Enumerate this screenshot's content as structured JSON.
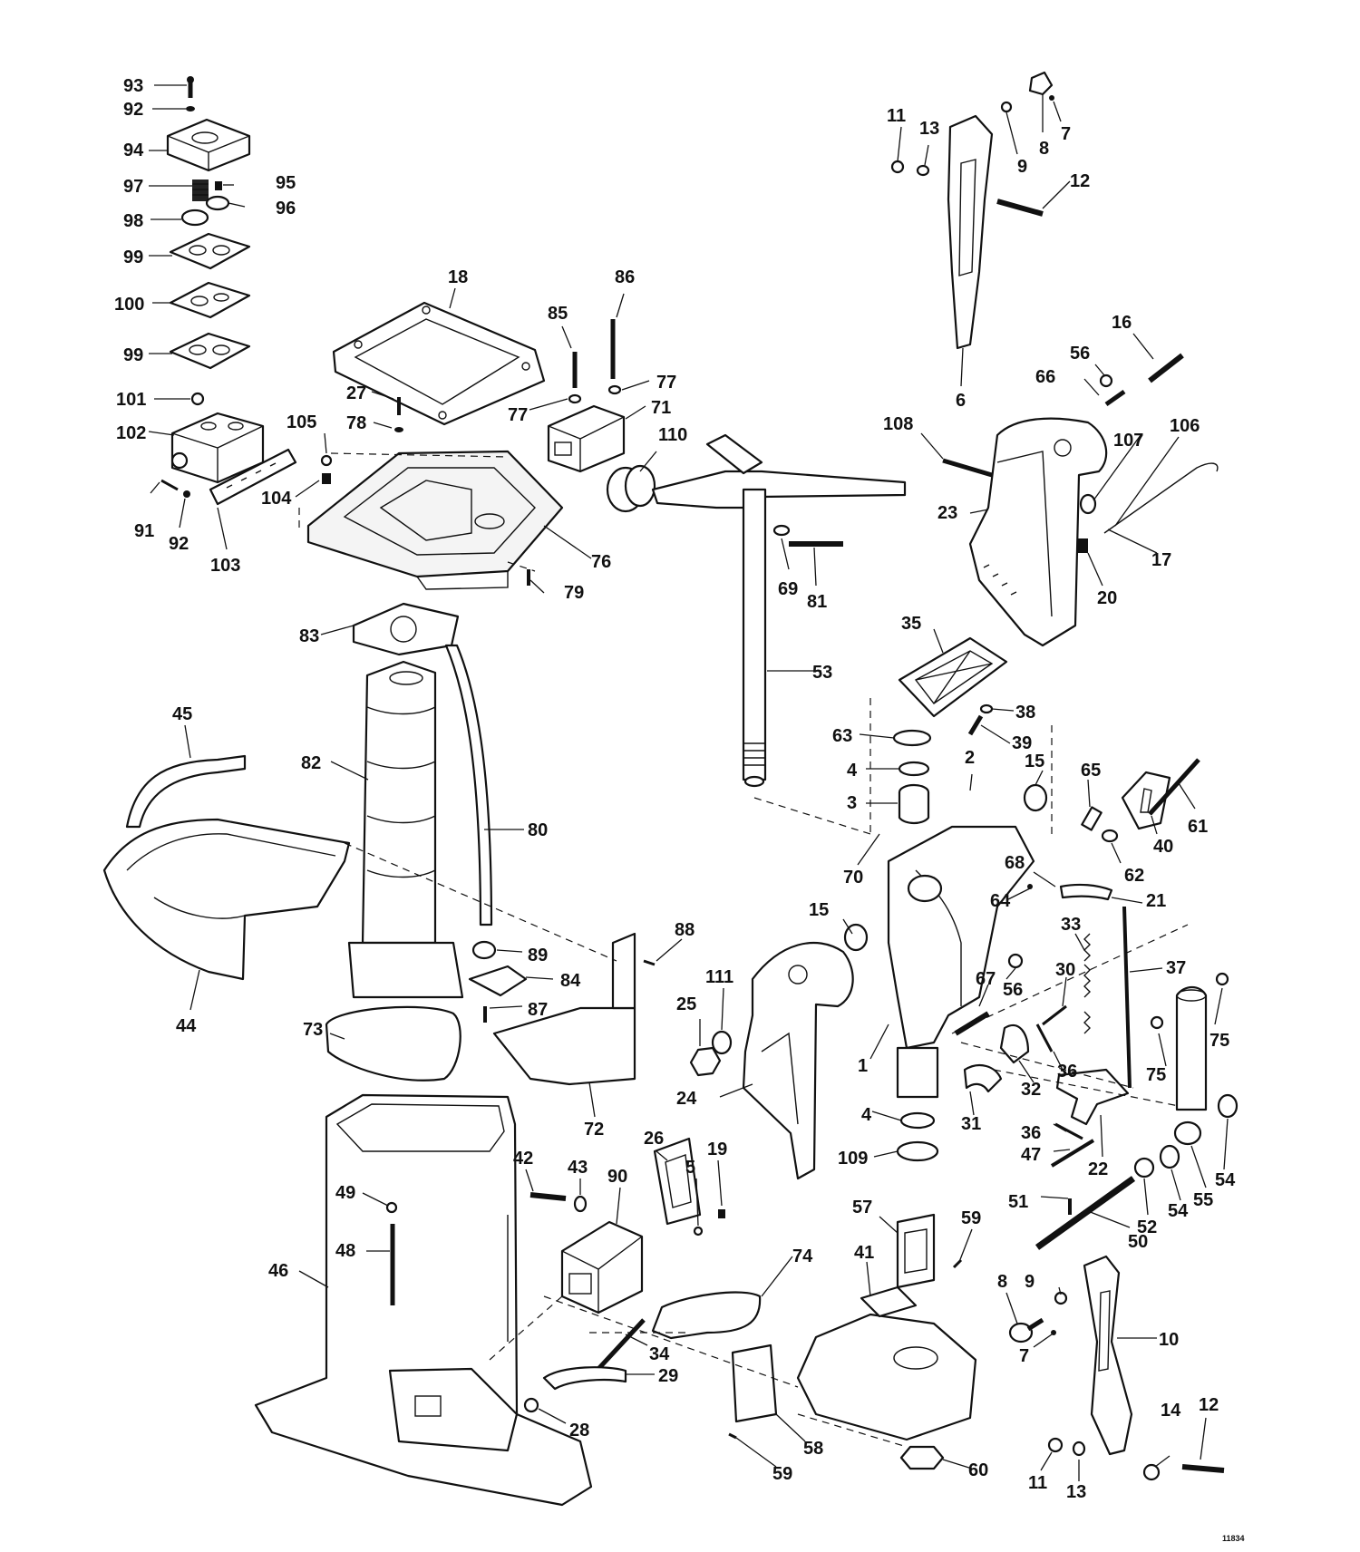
{
  "diagram": {
    "drawing_code": "11834",
    "callouts": [
      {
        "id": "93",
        "text": "93"
      },
      {
        "id": "92a",
        "text": "92"
      },
      {
        "id": "94",
        "text": "94"
      },
      {
        "id": "97",
        "text": "97"
      },
      {
        "id": "95",
        "text": "95"
      },
      {
        "id": "96",
        "text": "96"
      },
      {
        "id": "98",
        "text": "98"
      },
      {
        "id": "99a",
        "text": "99"
      },
      {
        "id": "100",
        "text": "100"
      },
      {
        "id": "99b",
        "text": "99"
      },
      {
        "id": "101",
        "text": "101"
      },
      {
        "id": "102",
        "text": "102"
      },
      {
        "id": "91",
        "text": "91"
      },
      {
        "id": "92b",
        "text": "92"
      },
      {
        "id": "103",
        "text": "103"
      },
      {
        "id": "104",
        "text": "104"
      },
      {
        "id": "105",
        "text": "105"
      },
      {
        "id": "18",
        "text": "18"
      },
      {
        "id": "27",
        "text": "27"
      },
      {
        "id": "78",
        "text": "78"
      },
      {
        "id": "76",
        "text": "76"
      },
      {
        "id": "79",
        "text": "79"
      },
      {
        "id": "85",
        "text": "85"
      },
      {
        "id": "86",
        "text": "86"
      },
      {
        "id": "77a",
        "text": "77"
      },
      {
        "id": "77b",
        "text": "77"
      },
      {
        "id": "71",
        "text": "71"
      },
      {
        "id": "110",
        "text": "110"
      },
      {
        "id": "69",
        "text": "69"
      },
      {
        "id": "81",
        "text": "81"
      },
      {
        "id": "53",
        "text": "53"
      },
      {
        "id": "83",
        "text": "83"
      },
      {
        "id": "82",
        "text": "82"
      },
      {
        "id": "80",
        "text": "80"
      },
      {
        "id": "45",
        "text": "45"
      },
      {
        "id": "44",
        "text": "44"
      },
      {
        "id": "89",
        "text": "89"
      },
      {
        "id": "84",
        "text": "84"
      },
      {
        "id": "87",
        "text": "87"
      },
      {
        "id": "88",
        "text": "88"
      },
      {
        "id": "72",
        "text": "72"
      },
      {
        "id": "73",
        "text": "73"
      },
      {
        "id": "11a",
        "text": "11"
      },
      {
        "id": "13a",
        "text": "13"
      },
      {
        "id": "9a",
        "text": "9"
      },
      {
        "id": "8a",
        "text": "8"
      },
      {
        "id": "7a",
        "text": "7"
      },
      {
        "id": "12a",
        "text": "12"
      },
      {
        "id": "6",
        "text": "6"
      },
      {
        "id": "16",
        "text": "16"
      },
      {
        "id": "56a",
        "text": "56"
      },
      {
        "id": "66",
        "text": "66"
      },
      {
        "id": "108",
        "text": "108"
      },
      {
        "id": "107",
        "text": "107"
      },
      {
        "id": "106",
        "text": "106"
      },
      {
        "id": "23",
        "text": "23"
      },
      {
        "id": "17",
        "text": "17"
      },
      {
        "id": "20",
        "text": "20"
      },
      {
        "id": "35",
        "text": "35"
      },
      {
        "id": "38",
        "text": "38"
      },
      {
        "id": "63",
        "text": "63"
      },
      {
        "id": "39",
        "text": "39"
      },
      {
        "id": "4a",
        "text": "4"
      },
      {
        "id": "2",
        "text": "2"
      },
      {
        "id": "15a",
        "text": "15"
      },
      {
        "id": "3",
        "text": "3"
      },
      {
        "id": "65",
        "text": "65"
      },
      {
        "id": "61",
        "text": "61"
      },
      {
        "id": "40",
        "text": "40"
      },
      {
        "id": "62",
        "text": "62"
      },
      {
        "id": "70",
        "text": "70"
      },
      {
        "id": "68",
        "text": "68"
      },
      {
        "id": "21",
        "text": "21"
      },
      {
        "id": "64",
        "text": "64"
      },
      {
        "id": "15b",
        "text": "15"
      },
      {
        "id": "33",
        "text": "33"
      },
      {
        "id": "37",
        "text": "37"
      },
      {
        "id": "56b",
        "text": "56"
      },
      {
        "id": "30",
        "text": "30"
      },
      {
        "id": "67",
        "text": "67"
      },
      {
        "id": "111",
        "text": "111"
      },
      {
        "id": "25",
        "text": "25"
      },
      {
        "id": "1",
        "text": "1"
      },
      {
        "id": "24",
        "text": "24"
      },
      {
        "id": "36a",
        "text": "36"
      },
      {
        "id": "32",
        "text": "32"
      },
      {
        "id": "75a",
        "text": "75"
      },
      {
        "id": "75b",
        "text": "75"
      },
      {
        "id": "4b",
        "text": "4"
      },
      {
        "id": "31",
        "text": "31"
      },
      {
        "id": "109",
        "text": "109"
      },
      {
        "id": "36b",
        "text": "36"
      },
      {
        "id": "47",
        "text": "47"
      },
      {
        "id": "22",
        "text": "22"
      },
      {
        "id": "54a",
        "text": "54"
      },
      {
        "id": "54b",
        "text": "54"
      },
      {
        "id": "55",
        "text": "55"
      },
      {
        "id": "52",
        "text": "52"
      },
      {
        "id": "51",
        "text": "51"
      },
      {
        "id": "50",
        "text": "50"
      },
      {
        "id": "42",
        "text": "42"
      },
      {
        "id": "43",
        "text": "43"
      },
      {
        "id": "26",
        "text": "26"
      },
      {
        "id": "19",
        "text": "19"
      },
      {
        "id": "5",
        "text": "5"
      },
      {
        "id": "90",
        "text": "90"
      },
      {
        "id": "49",
        "text": "49"
      },
      {
        "id": "48",
        "text": "48"
      },
      {
        "id": "46",
        "text": "46"
      },
      {
        "id": "57",
        "text": "57"
      },
      {
        "id": "59a",
        "text": "59"
      },
      {
        "id": "41",
        "text": "41"
      },
      {
        "id": "74",
        "text": "74"
      },
      {
        "id": "34",
        "text": "34"
      },
      {
        "id": "29",
        "text": "29"
      },
      {
        "id": "28",
        "text": "28"
      },
      {
        "id": "58",
        "text": "58"
      },
      {
        "id": "59b",
        "text": "59"
      },
      {
        "id": "60",
        "text": "60"
      },
      {
        "id": "9b",
        "text": "9"
      },
      {
        "id": "8b",
        "text": "8"
      },
      {
        "id": "7b",
        "text": "7"
      },
      {
        "id": "10",
        "text": "10"
      },
      {
        "id": "14",
        "text": "14"
      },
      {
        "id": "12b",
        "text": "12"
      },
      {
        "id": "11b",
        "text": "11"
      },
      {
        "id": "13b",
        "text": "13"
      }
    ]
  }
}
